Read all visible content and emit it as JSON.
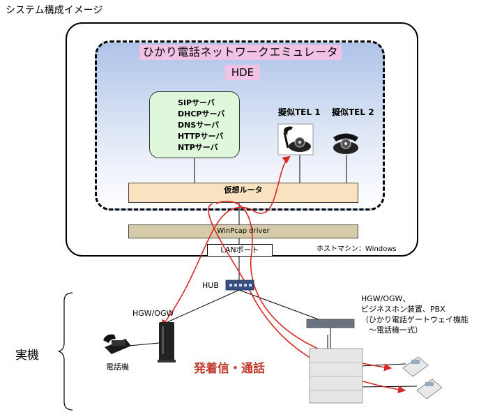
{
  "title": "システム構成イメージ",
  "emulator": {
    "title": "ひかり電話ネットワークエミュレータ",
    "subtitle": "HDE"
  },
  "servers": [
    "SIPサーバ",
    "DHCPサーバ",
    "DNSサーバ",
    "HTTPサーバ",
    "NTPサーバ"
  ],
  "tel1_label": "擬似TEL 1",
  "tel2_label": "擬似TEL 2",
  "router_label": "仮想ルータ",
  "winpcap_label": "WinPcap driver",
  "lanport_label": "LANポート",
  "host_label": "ホストマシン：Windows",
  "hub_label": "HUB",
  "hgw_left_label": "HGW/OGW",
  "hgw_right_lines": [
    "HGW/OGW、",
    "ビジネスホン装置、PBX",
    "（ひかり電話ゲートウェイ機能",
    "　～電話機一式）"
  ],
  "real_label": "実機",
  "phone_label": "電話機",
  "call_label": "発着信・通話",
  "colors": {
    "call_arrow": "#d62828",
    "emulator_fill": "#aec3e8",
    "server_fill": "#dff8dc",
    "router_fill": "#f8e2bf",
    "winpcap_fill": "#d6cba8",
    "label_pink": "#f2c2e6"
  },
  "icons": [
    "rotary-phone-icon",
    "rotary-phone-icon",
    "hub-icon",
    "router-icon",
    "desk-phone-icon",
    "pbx-icon",
    "ip-phone-icon",
    "ip-phone-icon"
  ]
}
